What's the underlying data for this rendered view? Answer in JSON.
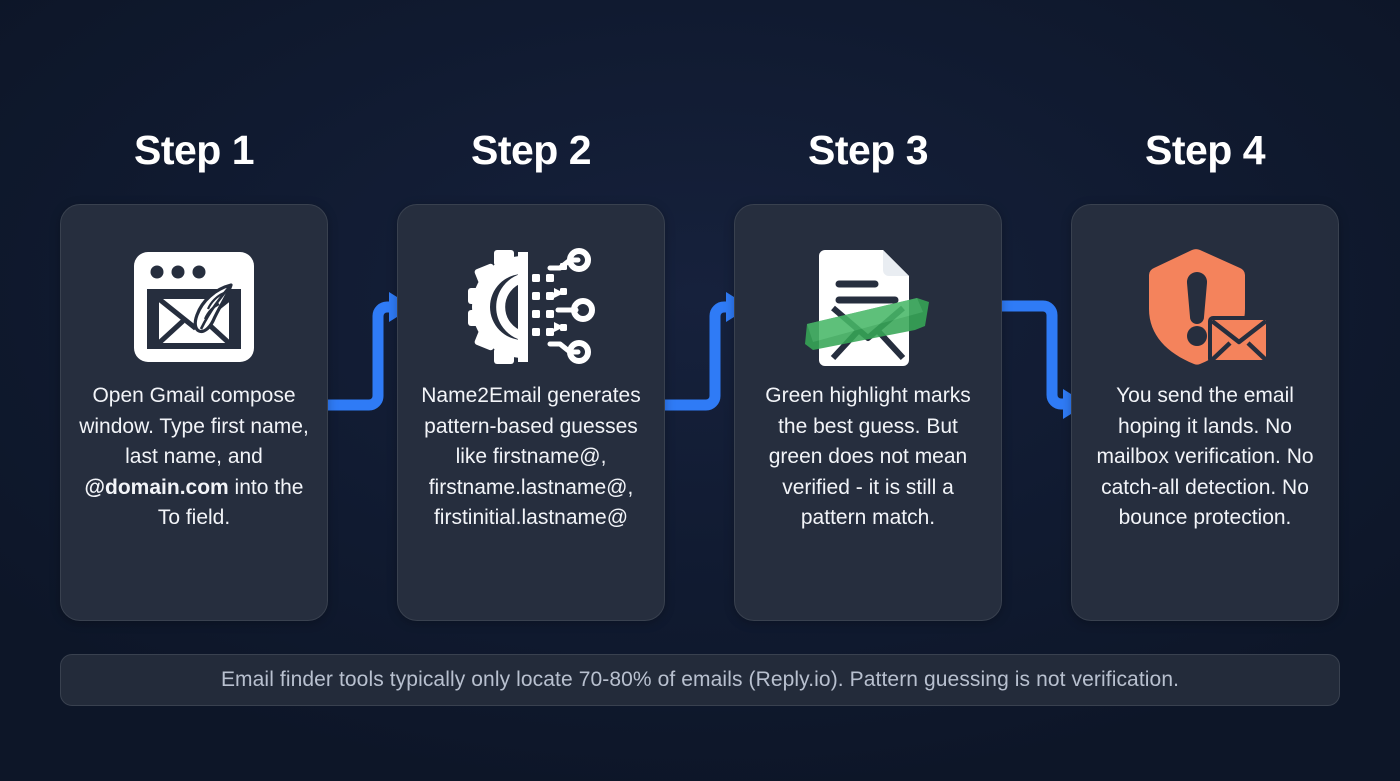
{
  "theme": {
    "background": "#101a30",
    "card_bg": "#262e3e",
    "card_border": "#39414f",
    "arrow_color": "#2f7bf6",
    "accent_green": "#33a457",
    "accent_orange": "#f4835c",
    "text_primary": "#f2f4f8",
    "text_muted": "#b8c0cf"
  },
  "steps": [
    {
      "title": "Step 1",
      "icon": "compose-window-quill-icon",
      "text_parts": [
        {
          "text": "Open Gmail compose window. Type first name, last name, and ",
          "bold": false
        },
        {
          "text": "@domain.com",
          "bold": true
        },
        {
          "text": " into the To field.",
          "bold": false
        }
      ],
      "text_plain": "Open Gmail compose window. Type first name, last name, and @domain.com into the To field."
    },
    {
      "title": "Step 2",
      "icon": "gear-circuit-icon",
      "text_parts": [
        {
          "text": "Name2Email generates pattern-based guesses like firstname@, firstname.lastname@, firstinitial.lastname@",
          "bold": false
        }
      ],
      "text_plain": "Name2Email generates pattern-based guesses like firstname@, firstname.lastname@, firstinitial.lastname@"
    },
    {
      "title": "Step 3",
      "icon": "document-envelope-highlight-icon",
      "text_parts": [
        {
          "text": "Green highlight marks the best guess. But green does not mean verified - it is still a pattern match.",
          "bold": false
        }
      ],
      "text_plain": "Green highlight marks the best guess. But green does not mean verified - it is still a pattern match."
    },
    {
      "title": "Step 4",
      "icon": "shield-alert-envelope-icon",
      "text_parts": [
        {
          "text": "You send the email hoping it lands. No mailbox verification. No catch-all detection. No bounce protection.",
          "bold": false
        }
      ],
      "text_plain": "You send the email hoping it lands. No mailbox verification. No catch-all detection. No bounce protection."
    }
  ],
  "connectors": [
    {
      "name": "arrow-step1-to-step2",
      "direction": "up-right"
    },
    {
      "name": "arrow-step2-to-step3",
      "direction": "up-right"
    },
    {
      "name": "arrow-step3-to-step4",
      "direction": "down-right"
    }
  ],
  "footer": {
    "text": "Email finder tools typically only locate 70-80% of emails (Reply.io). Pattern guessing is not verification."
  }
}
